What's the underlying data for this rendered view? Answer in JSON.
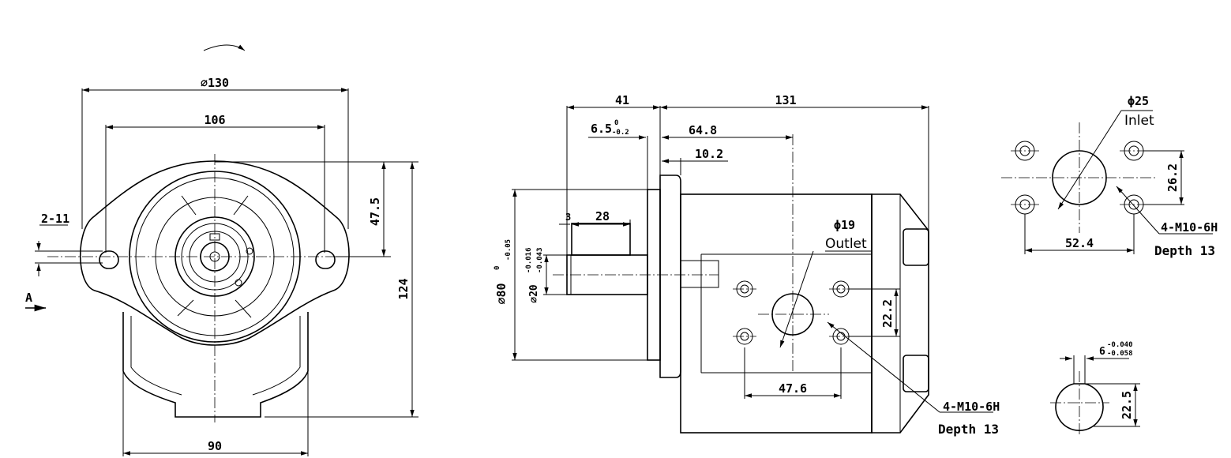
{
  "front_view": {
    "dia_130": "⌀130",
    "dim_106": "106",
    "dim_47_5": "47.5",
    "dim_124": "124",
    "dim_2_11": "2-11",
    "dim_90": "90",
    "view_a": "A"
  },
  "side_view": {
    "dim_41": "41",
    "dim_131": "131",
    "dim_6_5": "6.5",
    "dim_6_5_tol_upper": "0",
    "dim_6_5_tol_lower": "-0.2",
    "dim_64_8": "64.8",
    "dim_10_2": "10.2",
    "dim_3": "3",
    "dim_28": "28",
    "dia_80": "⌀80",
    "dia_80_tol_upper": "0",
    "dia_80_tol_lower": "-0.05",
    "dia_20": "⌀20",
    "dia_20_tol_upper": "-0.016",
    "dia_20_tol_lower": "-0.043",
    "outlet_dia": "ϕ19",
    "outlet_label": "Outlet",
    "dim_22_2": "22.2",
    "dim_47_6": "47.6",
    "thread": "4-M10-6H",
    "depth": "Depth 13"
  },
  "inlet_view": {
    "inlet_dia": "ϕ25",
    "inlet_label": "Inlet",
    "dim_26_2": "26.2",
    "dim_52_4": "52.4",
    "thread": "4-M10-6H",
    "depth": "Depth 13"
  },
  "key_view": {
    "key_width": "6",
    "key_tol_upper": "-0.040",
    "key_tol_lower": "-0.058",
    "dim_22_5": "22.5"
  }
}
